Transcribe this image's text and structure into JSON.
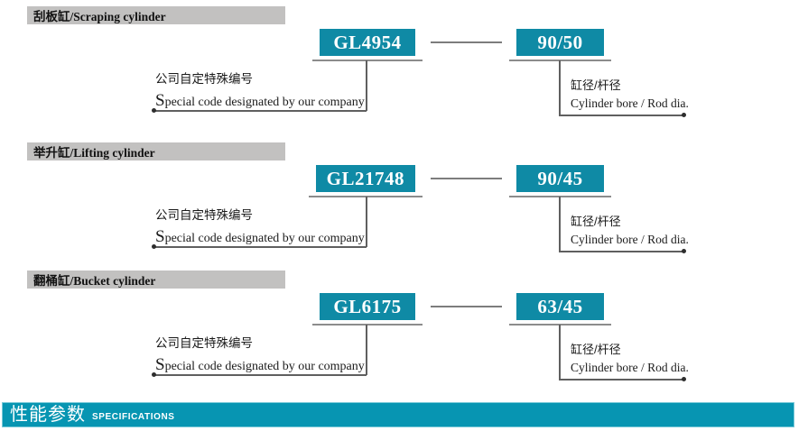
{
  "colors": {
    "box_teal": "#0f8aa5",
    "banner_teal": "#0795b2",
    "header_bar_gray": "#c2c1c0",
    "line_gray": "#5f5f5f"
  },
  "sections": [
    {
      "title": "刮板缸/Scraping cylinder",
      "code": "GL4954",
      "spec": "90/50",
      "code_label_cn": "公司自定特殊编号",
      "code_label_en": "Special code designated by  our company",
      "spec_label_cn": "缸径/杆径",
      "spec_label_en": "Cylinder bore / Rod dia."
    },
    {
      "title": "举升缸/Lifting cylinder",
      "code": "GL21748",
      "spec": "90/45",
      "code_label_cn": "公司自定特殊编号",
      "code_label_en": "Special code designated by  our company",
      "spec_label_cn": "缸径/杆径",
      "spec_label_en": "Cylinder bore / Rod dia."
    },
    {
      "title": "翻桶缸/Bucket cylinder",
      "code": "GL6175",
      "spec": "63/45",
      "code_label_cn": "公司自定特殊编号",
      "code_label_en": "Special code designated by  our company",
      "spec_label_cn": "缸径/杆径",
      "spec_label_en": "Cylinder bore / Rod dia."
    }
  ],
  "footer": {
    "title_cn": "性能参数",
    "title_en": "SPECIFICATIONS"
  }
}
